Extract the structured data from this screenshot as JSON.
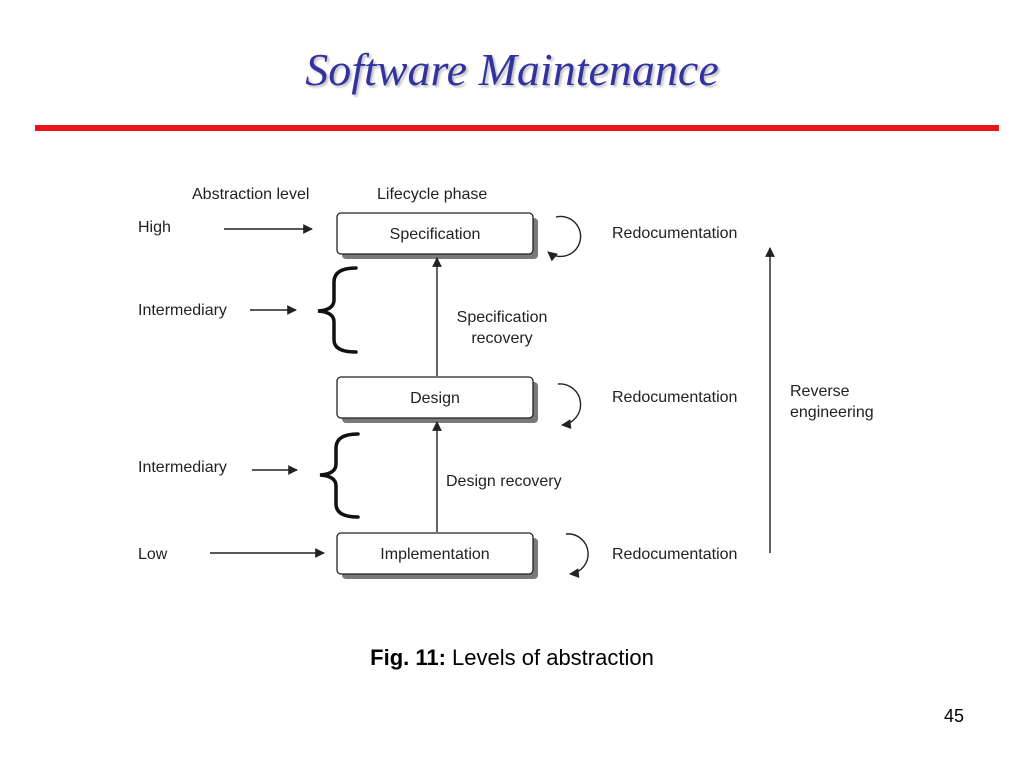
{
  "title": "Software Maintenance",
  "colors": {
    "title": "#3333a0",
    "rule": "#e8141a",
    "ink": "#222222"
  },
  "diagram": {
    "headers": {
      "abstraction": "Abstraction level",
      "lifecycle": "Lifecycle phase"
    },
    "levels": {
      "high": "High",
      "intermediary_top": "Intermediary",
      "intermediary_bottom": "Intermediary",
      "low": "Low"
    },
    "phases": {
      "specification": "Specification",
      "design": "Design",
      "implementation": "Implementation"
    },
    "recovery": {
      "specification_line1": "Specification",
      "specification_line2": "recovery",
      "design": "Design recovery"
    },
    "redoc": {
      "top": "Redocumentation",
      "middle": "Redocumentation",
      "bottom": "Redocumentation"
    },
    "reverse": {
      "line1": "Reverse",
      "line2": "engineering"
    }
  },
  "caption": {
    "label": "Fig. 11:",
    "text": " Levels of abstraction"
  },
  "page_number": "45"
}
